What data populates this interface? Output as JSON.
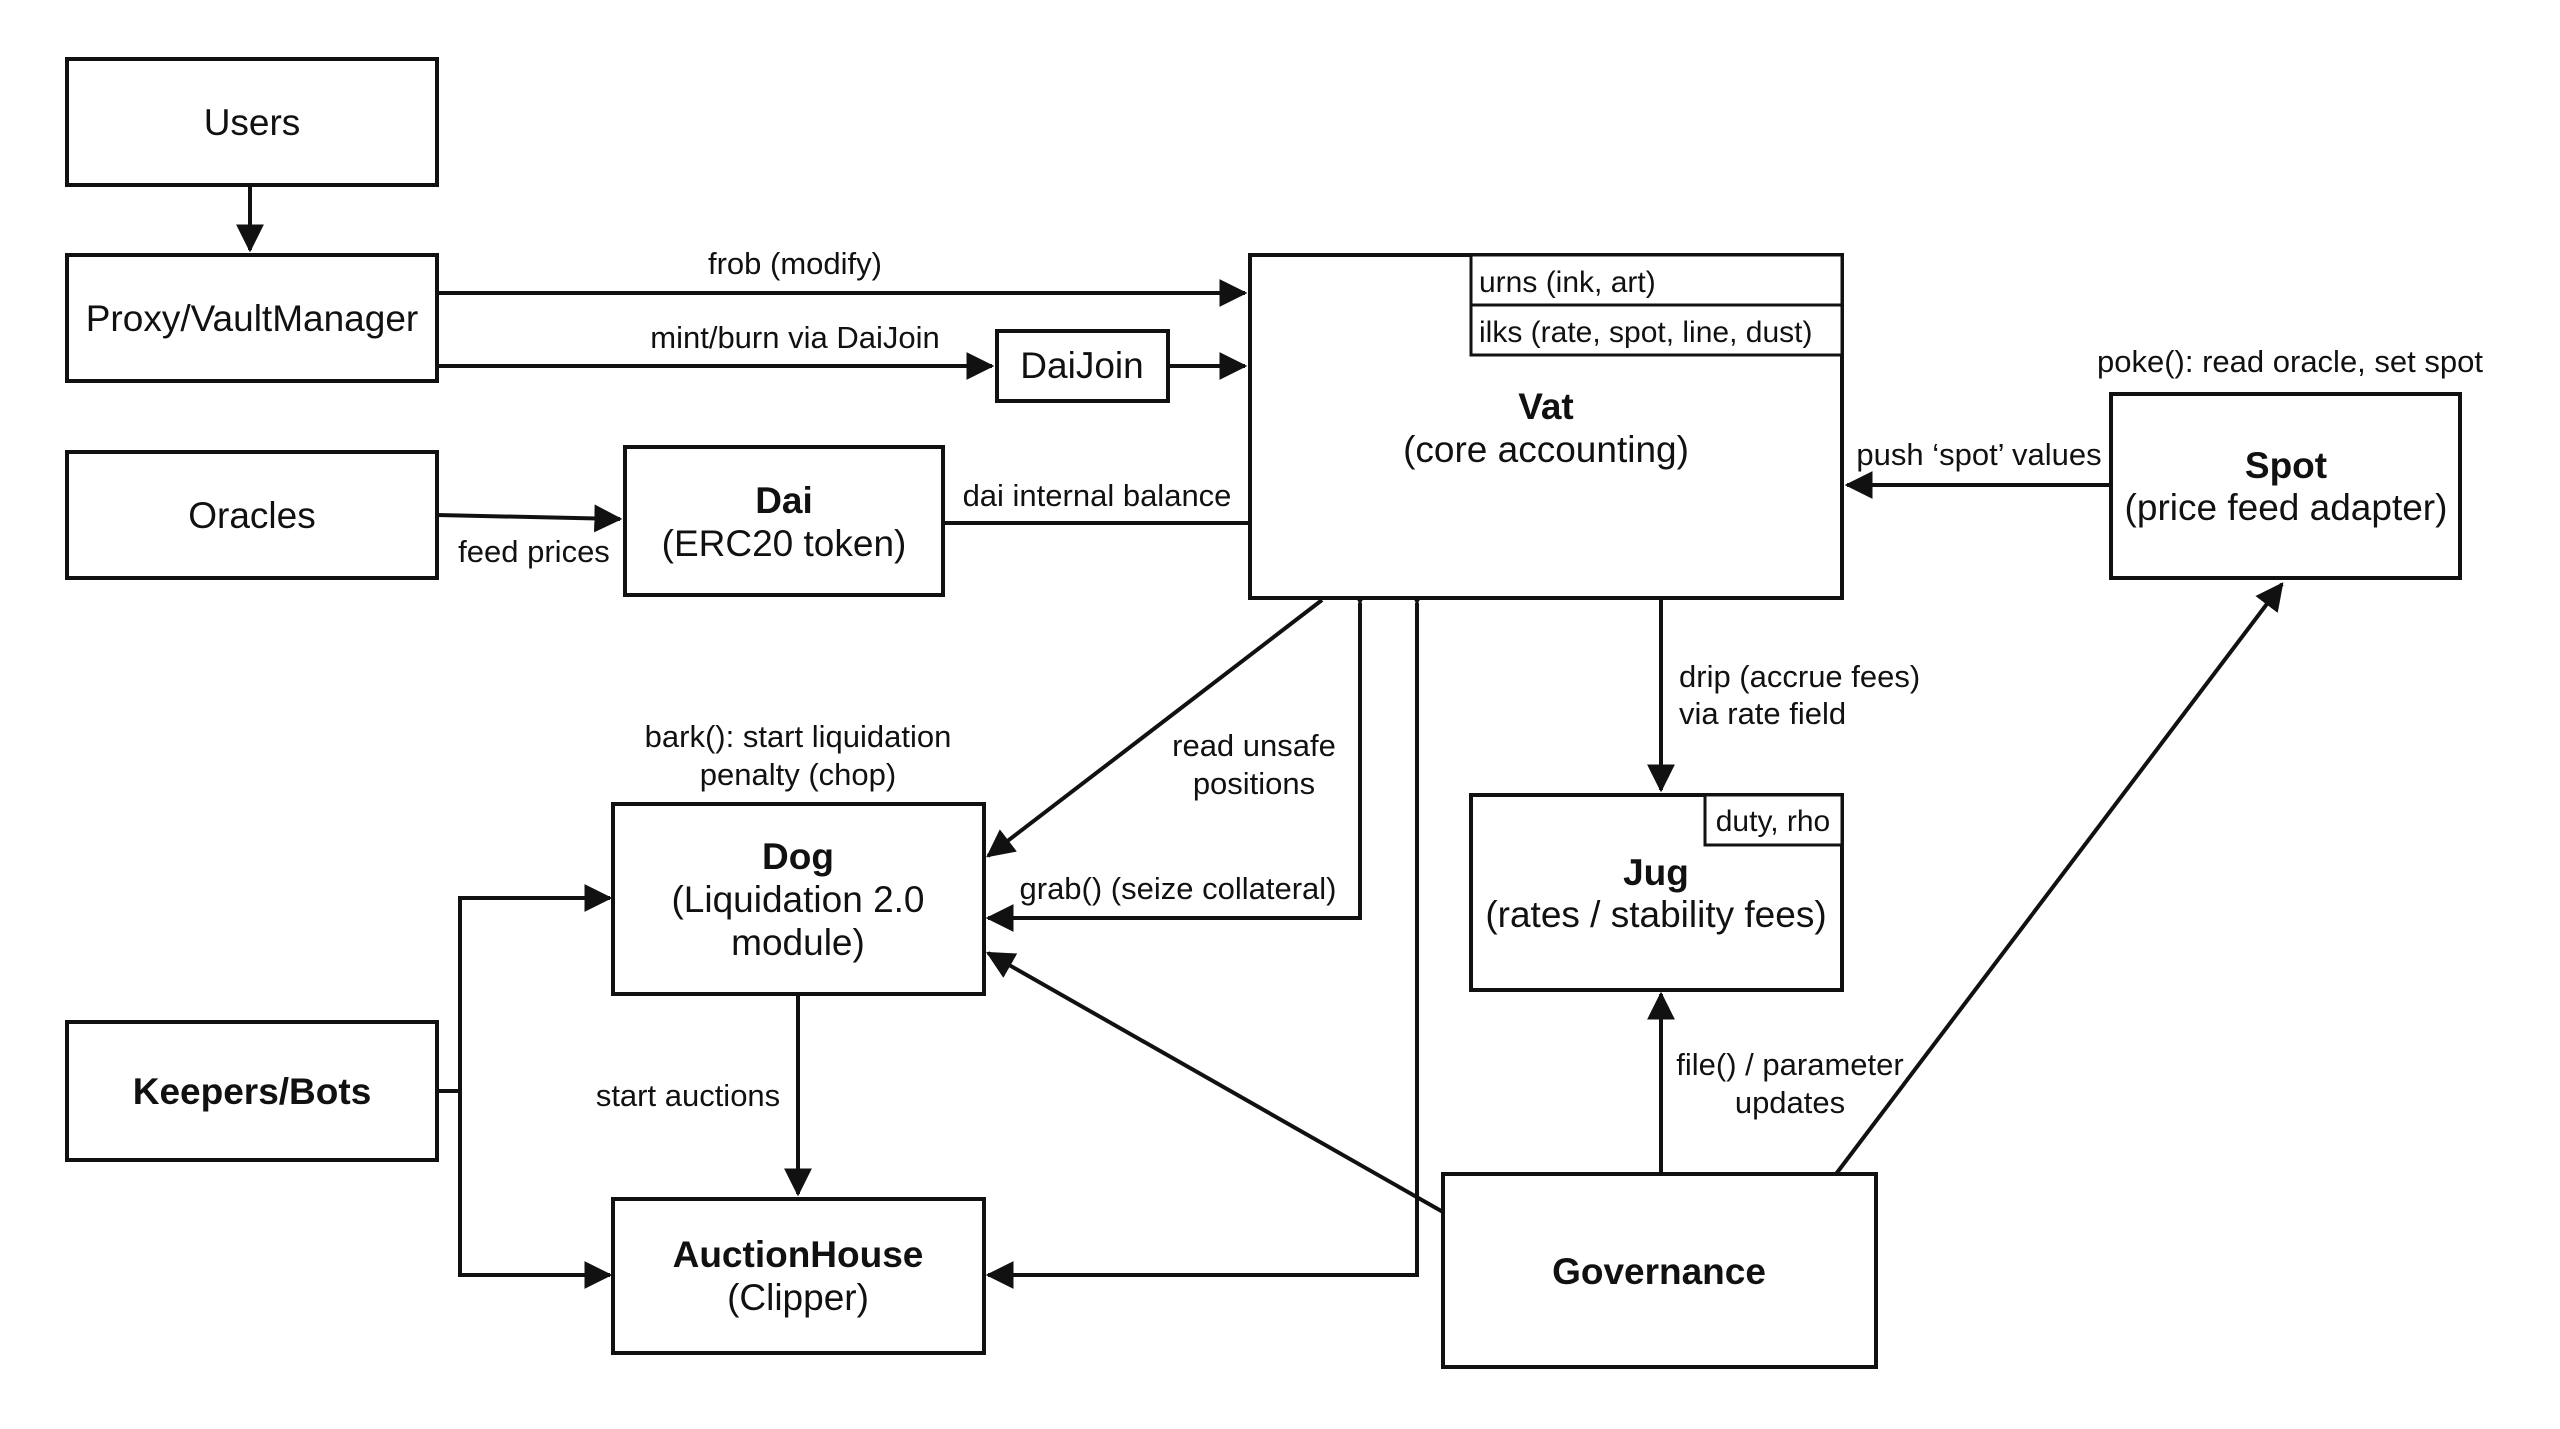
{
  "nodes": {
    "users": {
      "title": "Users"
    },
    "proxy": {
      "title": "Proxy/VaultManager"
    },
    "daijoin": {
      "title": "DaiJoin"
    },
    "oracles": {
      "title": "Oracles"
    },
    "dai": {
      "title": "Dai",
      "subtitle": "(ERC20 token)"
    },
    "vat": {
      "title": "Vat",
      "subtitle": "(core accounting)",
      "field_urns": "urns (ink, art)",
      "field_ilks": "ilks (rate, spot, line, dust)"
    },
    "spot": {
      "title": "Spot",
      "subtitle": "(price feed adapter)"
    },
    "dog": {
      "title": "Dog",
      "subtitle": "(Liquidation 2.0",
      "subtitle2": "module)"
    },
    "jug": {
      "title": "Jug",
      "subtitle": "(rates / stability fees)",
      "field": "duty, rho"
    },
    "keepers": {
      "title": "Keepers/Bots"
    },
    "auction": {
      "title": "AuctionHouse",
      "subtitle": "(Clipper)"
    },
    "governance": {
      "title": "Governance"
    }
  },
  "edges": {
    "frob": "frob (modify)",
    "mintburn": "mint/burn via DaiJoin",
    "feed_prices": "feed prices",
    "dai_balance": "dai internal balance",
    "poke": "poke(): read oracle, set spot",
    "push_spot": "push ‘spot’ values",
    "drip_1": "drip (accrue fees)",
    "drip_2": "via rate field",
    "read_unsafe_1": "read unsafe",
    "read_unsafe_2": "positions",
    "bark_1": "bark(): start liquidation",
    "bark_2": "penalty (chop)",
    "grab": "grab() (seize collateral)",
    "start_auctions": "start auctions",
    "file_1": "file() / parameter",
    "file_2": "updates"
  }
}
